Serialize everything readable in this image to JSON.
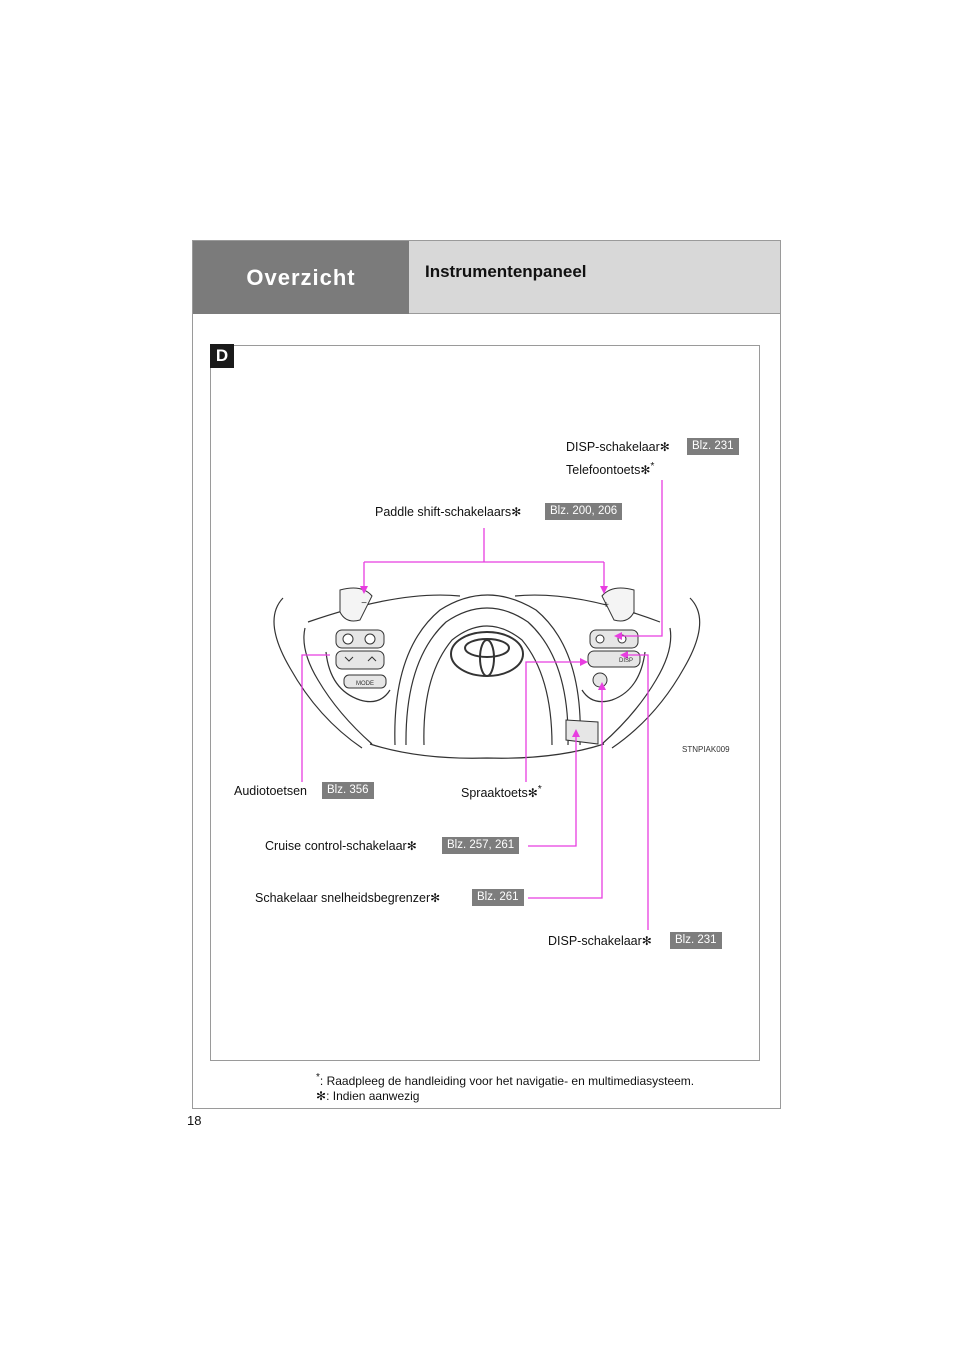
{
  "header": {
    "section": "Overzicht",
    "title": "Instrumentenpaneel"
  },
  "figure_letter": "D",
  "figure_code": "STNPIAK009",
  "symbols": {
    "optional": "✻",
    "star": "*"
  },
  "labels": {
    "disp_top": "DISP-schakelaar",
    "telefoontoets": "Telefoontoets",
    "paddle": "Paddle shift-schakelaars",
    "audio": "Audiotoetsen",
    "spraak": "Spraaktoets",
    "cruise": "Cruise control-schakelaar",
    "speedlimiter": "Schakelaar snelheidsbegrenzer",
    "disp_bottom": "DISP-schakelaar"
  },
  "badges": {
    "disp_top": "Blz. 231",
    "paddle": "Blz. 200, 206",
    "audio": "Blz. 356",
    "cruise": "Blz. 257, 261",
    "speedlimiter": "Blz. 261",
    "disp_bottom": "Blz. 231"
  },
  "buttons": {
    "mode": "MODE",
    "disp": "DISP",
    "minus": "−",
    "plus": "+"
  },
  "notes": {
    "star": "*",
    "star_text": ": Raadpleeg de handleiding voor het navigatie- en multimediasysteem.",
    "optional": "✻",
    "optional_text": ": Indien aanwezig"
  },
  "page_number": "18",
  "colors": {
    "callout": "#e83ee0",
    "badge": "#7d7d7d",
    "header_dark": "#7b7b7b",
    "header_light": "#d8d8d8"
  }
}
